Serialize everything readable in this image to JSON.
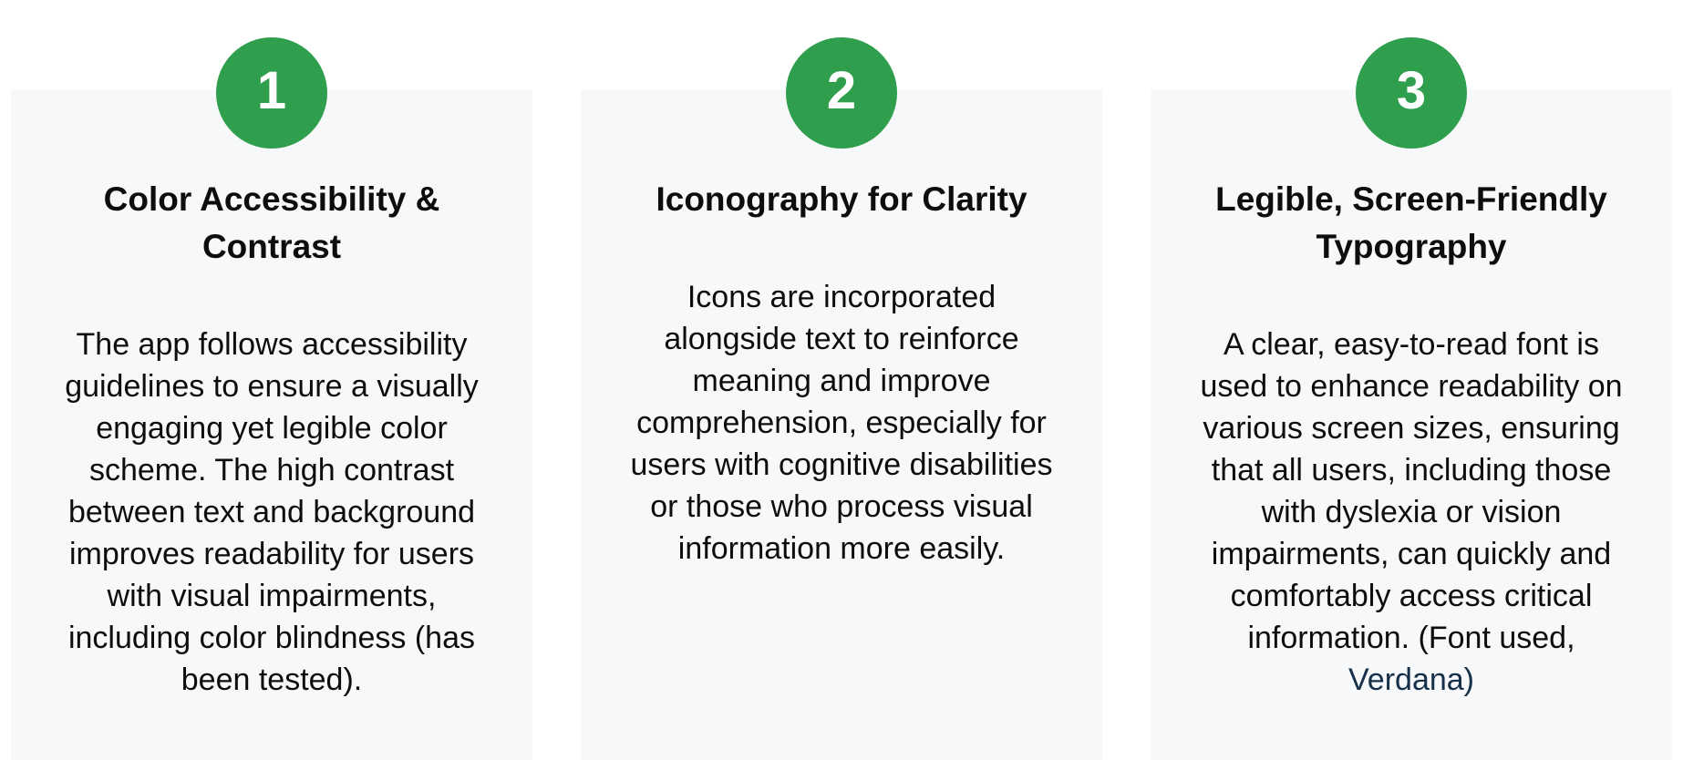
{
  "theme": {
    "page_bg": "#ffffff",
    "card_bg": "#f6f8fa",
    "circle_green": "#2f9e4d",
    "number_color": "#ffffff",
    "text_color": "#0d0d0d",
    "link_color": "#17304a"
  },
  "cards": [
    {
      "number": "1",
      "title": "Color Accessibility & Contrast",
      "body": "The app follows accessibility guidelines to ensure a visually engaging yet legible color scheme. The high contrast between text and background improves readability for users with visual impairments, including color blindness (has been tested)."
    },
    {
      "number": "2",
      "title": "Iconography for Clarity",
      "body": "Icons are incorporated alongside text to reinforce meaning and improve comprehension, especially for users with cognitive disabilities or those who process visual information more easily."
    },
    {
      "number": "3",
      "title": "Legible, Screen-Friendly Typography",
      "body": "A clear, easy-to-read font is used to enhance readability on various screen sizes, ensuring that all users, including those with dyslexia or vision impairments, can quickly and comfortably access critical information.",
      "footnote_prefix": "(Font used, ",
      "footnote_link": "Verdana)"
    }
  ]
}
